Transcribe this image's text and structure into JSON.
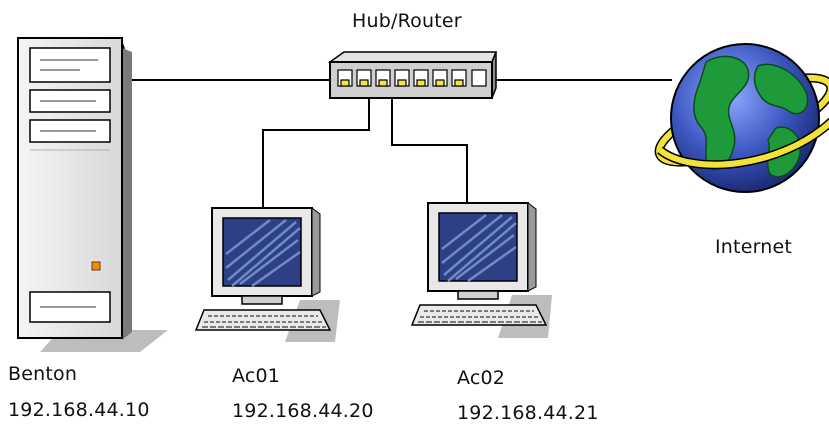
{
  "hub": {
    "label": "Hub/Router"
  },
  "internet": {
    "label": "Internet"
  },
  "nodes": [
    {
      "name": "Benton",
      "ip": "192.168.44.10"
    },
    {
      "name": "Ac01",
      "ip": "192.168.44.20"
    },
    {
      "name": "Ac02",
      "ip": "192.168.44.21"
    }
  ],
  "colors": {
    "cable": "#000000",
    "port_light": "#f2e44a",
    "screen": "#2e3f86",
    "ocean": "#3d58c2",
    "land": "#1f9a3a",
    "orbit_ring": "#f2e23a"
  }
}
